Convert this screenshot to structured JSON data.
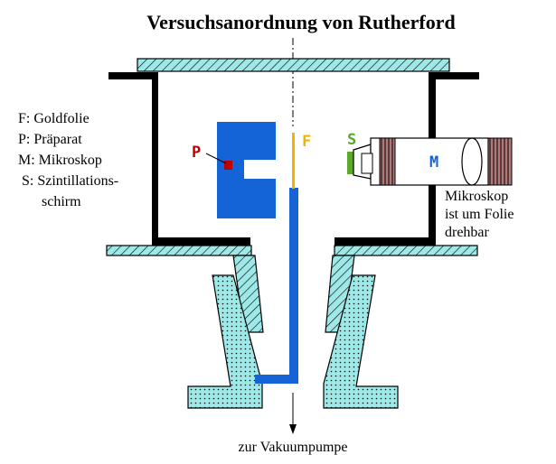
{
  "title": "Versuchsanordnung von Rutherford",
  "legend": [
    "F: Goldfolie",
    "P: Präparat",
    "M: Mikroskop",
    "S: Szintillations-",
    "schirm"
  ],
  "labels": {
    "preparation": "P",
    "foil": "F",
    "screen": "S",
    "microscope": "M"
  },
  "note": [
    "Mikroskop",
    "ist um Folie",
    "drehbar"
  ],
  "pump": "zur Vakuumpumpe",
  "colors": {
    "chamber": "#000000",
    "lid": "#9ee8e8",
    "blue": "#1464d8",
    "preparation_label": "#c00000",
    "foil": "#f0b400",
    "screen": "#5aaa28",
    "microscope_label": "#1464d8",
    "lens_ring": "#b07878"
  }
}
